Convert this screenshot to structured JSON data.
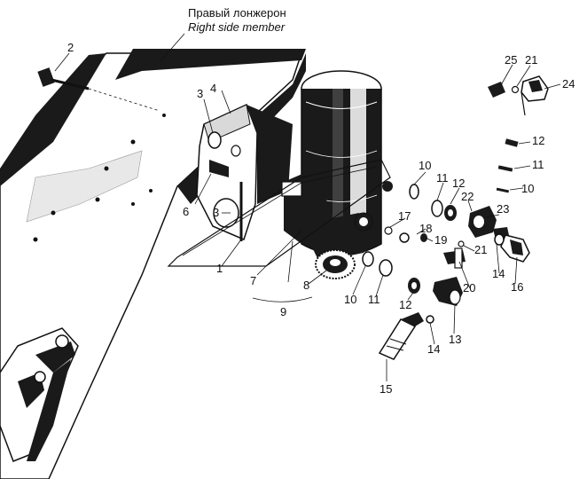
{
  "header": {
    "title_ru": "Правый лонжерон",
    "title_en": "Right side member"
  },
  "callouts": {
    "c1": "1",
    "c2": "2",
    "c3a": "3",
    "c3b": "3",
    "c4": "4",
    "c6": "6",
    "c7": "7",
    "c8": "8",
    "c9": "9",
    "c10a": "10",
    "c10b": "10",
    "c10c": "10",
    "c11a": "11",
    "c11b": "11",
    "c11c": "11",
    "c12a": "12",
    "c12b": "12",
    "c12c": "12",
    "c13": "13",
    "c14a": "14",
    "c14b": "14",
    "c15": "15",
    "c16": "16",
    "c17": "17",
    "c18": "18",
    "c19": "19",
    "c20": "20",
    "c21a": "21",
    "c21b": "21",
    "c22": "22",
    "c23": "23",
    "c24": "24",
    "c25": "25"
  },
  "colors": {
    "ink": "#111111",
    "paper": "#ffffff",
    "shade": "#1a1a1a",
    "grey": "#bfbfbf"
  }
}
